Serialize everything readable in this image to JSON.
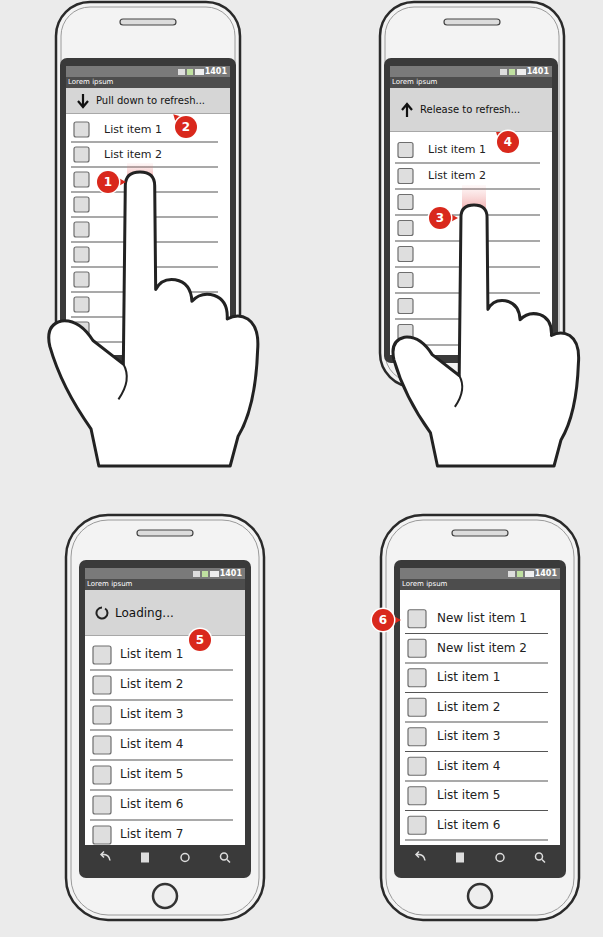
{
  "diagram": {
    "nodes": [
      {
        "text": [
          "Pull down to refresh..."
        ]
      },
      {
        "text": [
          "Release to refresh..."
        ]
      },
      {
        "text": [
          "Loading..."
        ]
      }
    ],
    "labels": [
      "Lorem ipsum",
      "1401",
      "2",
      "List item 1",
      "List item 2",
      "1",
      "Lorem ipsum",
      "1401",
      "4",
      "List item 1",
      "List item 2",
      "3",
      "Lorem ipsum",
      "1401",
      "5",
      "List item 1",
      "List item 2",
      "List item 3",
      "List item 4",
      "List item 5",
      "List item 6",
      "List item 7",
      "Lorem ipsum",
      "1401",
      "6",
      "New list item 1",
      "New list item 2",
      "List item 1",
      "List item 2",
      "List item 3",
      "List item 4",
      "List item 5",
      "List item 6"
    ]
  }
}
